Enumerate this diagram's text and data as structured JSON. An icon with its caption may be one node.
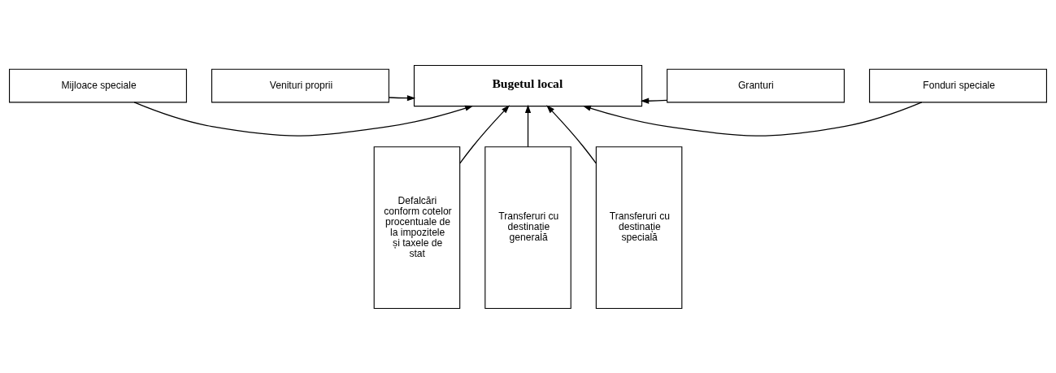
{
  "diagram": {
    "nodes": [
      {
        "text": [
          "Venituri proprii"
        ]
      },
      {
        "text": [
          "Bugetul local"
        ]
      },
      {
        "text": [
          "Granturi"
        ]
      },
      {
        "text": [
          "Mijloace speciale"
        ]
      },
      {
        "text": [
          "Fonduri speciale"
        ]
      },
      {
        "text": [
          "Defalcări conform cotelor procentuale de la impozitele și taxele de stat"
        ]
      },
      {
        "text": [
          "Transferuri cu destinație generală"
        ]
      },
      {
        "text": [
          "Transferuri cu destinație specială"
        ]
      }
    ],
    "edges": [
      {
        "from": 0,
        "to": 1,
        "arrow": "to"
      },
      {
        "from": 2,
        "to": 1,
        "arrow": "to"
      },
      {
        "from": 3,
        "to": 1,
        "arrow": "to"
      },
      {
        "from": 4,
        "to": 1,
        "arrow": "to"
      },
      {
        "from": 5,
        "to": 1,
        "arrow": "to"
      },
      {
        "from": 6,
        "to": 1,
        "arrow": "to"
      },
      {
        "from": 7,
        "to": 1,
        "arrow": "to"
      }
    ]
  }
}
